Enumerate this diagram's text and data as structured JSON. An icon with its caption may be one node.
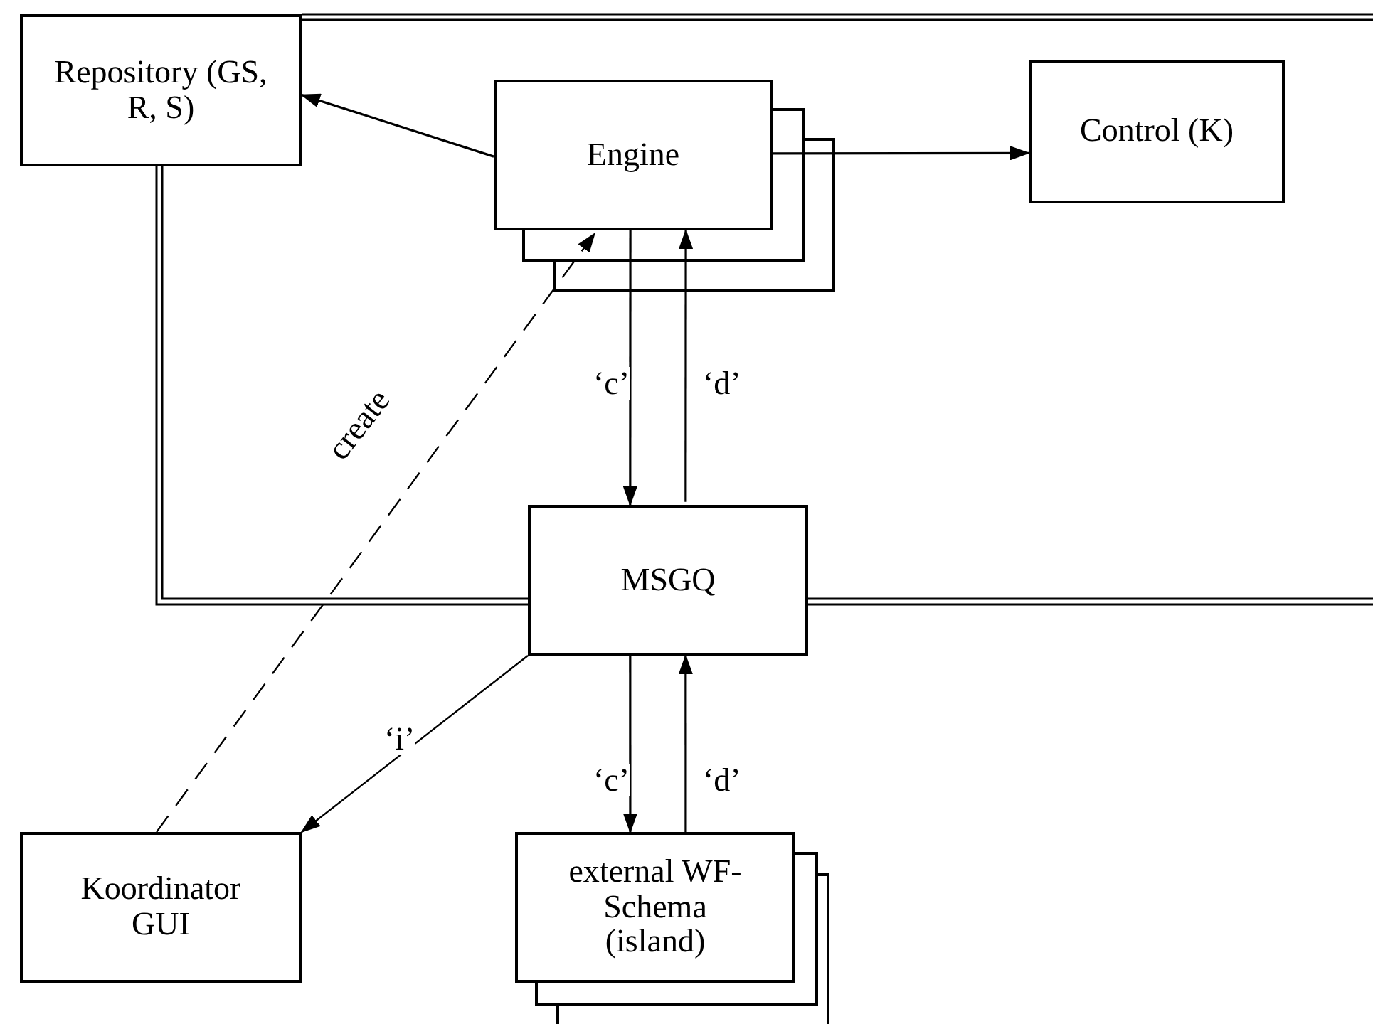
{
  "diagram": {
    "nodes": [
      {
        "text": [
          "Repository (GS, R, S)"
        ]
      },
      {
        "text": [
          "Engine"
        ]
      },
      {
        "text": [
          "Control (K)"
        ]
      },
      {
        "text": [
          "MSGQ"
        ]
      },
      {
        "text": [
          "Koordinator GUI"
        ]
      },
      {
        "text": [
          "external WF-Schema (island)"
        ]
      }
    ],
    "edges": [
      {
        "from": 1,
        "to": 0,
        "arrow": "to"
      },
      {
        "from": 1,
        "to": 2,
        "arrow": "to"
      },
      {
        "from": 1,
        "to": 3,
        "arrow": "to",
        "label": "‘c’"
      },
      {
        "from": 3,
        "to": 1,
        "arrow": "to",
        "label": "‘d’"
      },
      {
        "from": 4,
        "to": 1,
        "arrow": "to",
        "label": "create",
        "style": "dashed"
      },
      {
        "from": 3,
        "to": 4,
        "arrow": "to",
        "label": "‘i’"
      },
      {
        "from": 3,
        "to": 5,
        "arrow": "to",
        "label": "‘c’"
      },
      {
        "from": 5,
        "to": 3,
        "arrow": "to",
        "label": "‘d’"
      }
    ]
  }
}
